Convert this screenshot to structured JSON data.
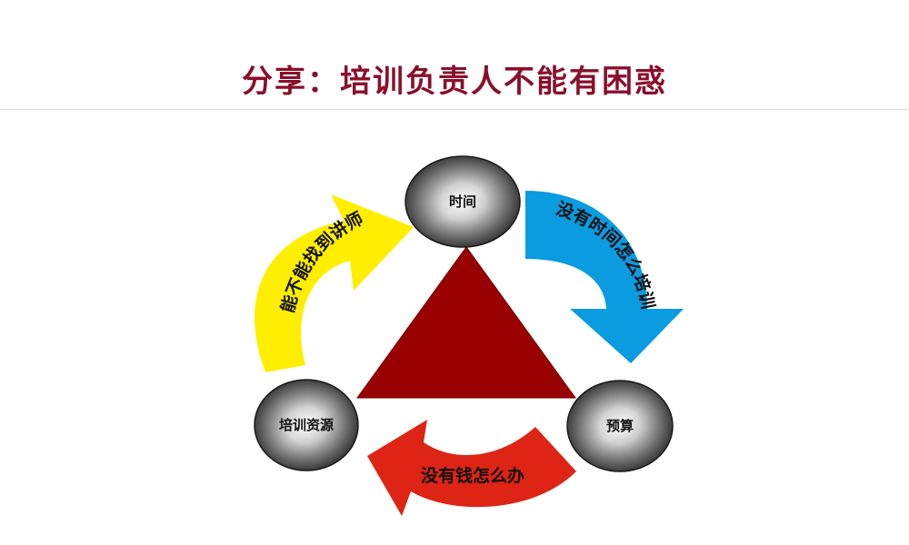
{
  "title": "分享：培训负责人不能有困惑",
  "nodes": {
    "time": "时间",
    "budget": "预算",
    "resource": "培训资源"
  },
  "arrows": {
    "yellow": "能不能找到讲师",
    "blue": "没有时间怎么培训",
    "red": "没有钱怎么办"
  },
  "colors": {
    "title": "#8a0f2b",
    "triangle": "#990000",
    "yellow_arrow": "#ffee00",
    "blue_arrow": "#0a9be0",
    "red_arrow": "#dd2415"
  }
}
